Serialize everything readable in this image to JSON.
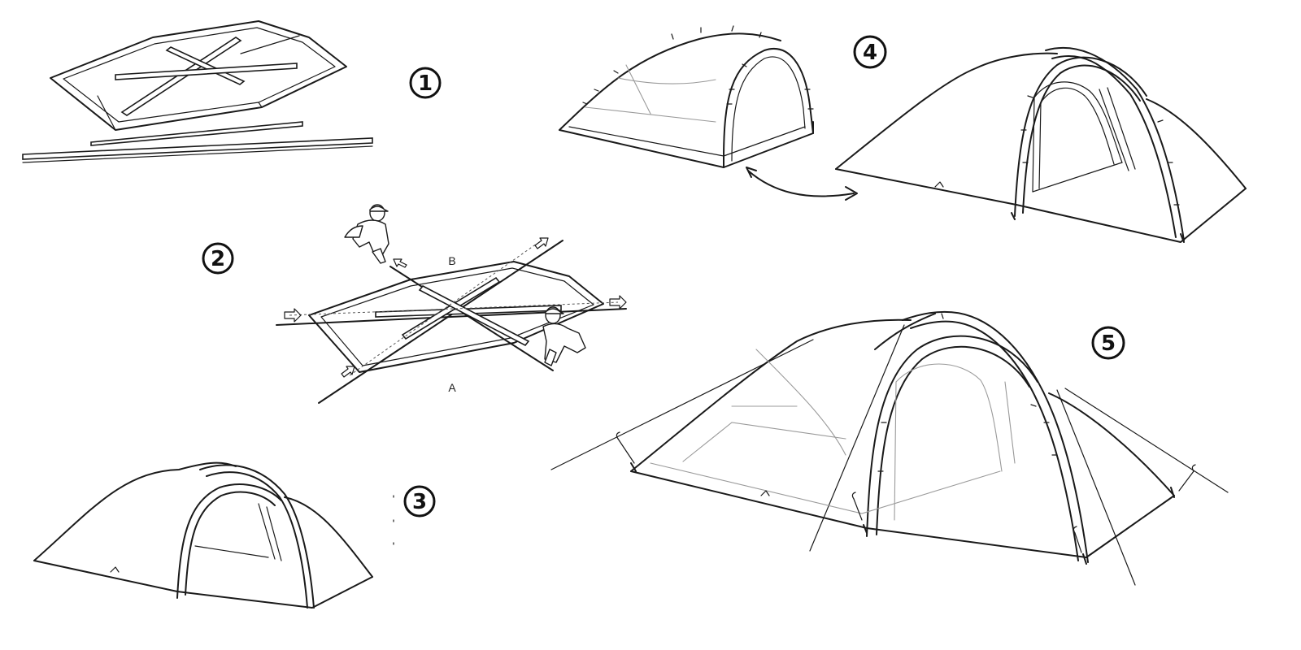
{
  "steps": [
    {
      "number": "1"
    },
    {
      "number": "2",
      "labels": {
        "a": "A",
        "b": "B"
      }
    },
    {
      "number": "3"
    },
    {
      "number": "4"
    },
    {
      "number": "5"
    }
  ],
  "colors": {
    "line": "#1a1a1a",
    "background": "#ffffff"
  }
}
